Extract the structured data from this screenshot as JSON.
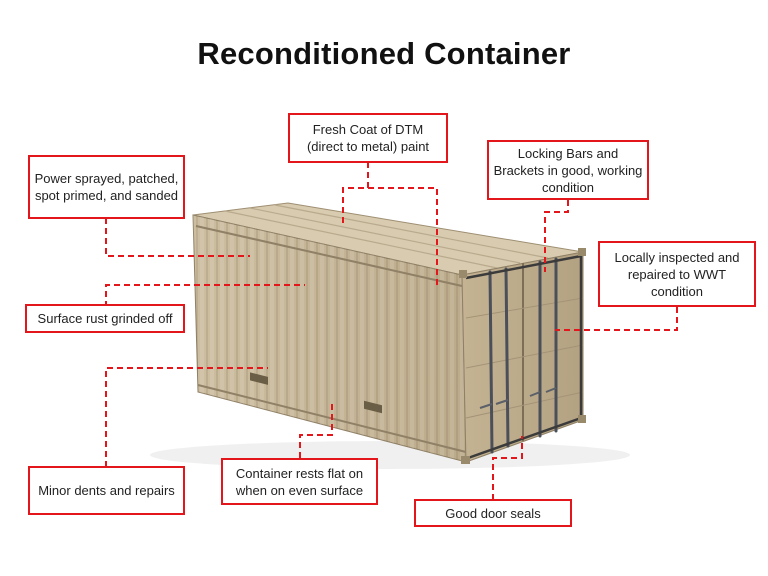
{
  "title": "Reconditioned Container",
  "callouts": {
    "dtm_paint": "Fresh Coat of DTM (direct to metal) paint",
    "power_sprayed": "Power sprayed, patched, spot primed, and sanded",
    "locking_bars": "Locking Bars and Brackets in good, working condition",
    "inspected": "Locally inspected and repaired to WWT condition",
    "surface_rust": "Surface rust grinded off",
    "minor_dents": "Minor dents and repairs",
    "rests_flat": "Container rests flat on when on even surface",
    "door_seals": "Good door seals"
  },
  "colors": {
    "callout_border": "#e3161b",
    "leader_line": "#e3161b",
    "container_body": "#c9b99a"
  }
}
